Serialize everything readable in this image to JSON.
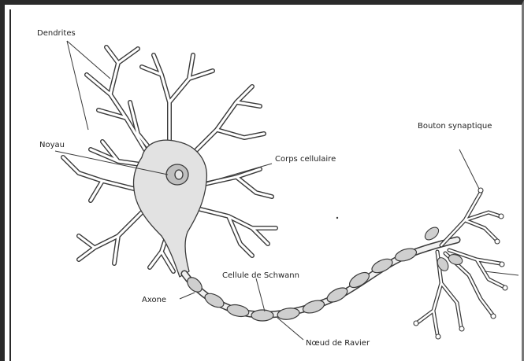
{
  "labels": {
    "dendrites": "Dendrites",
    "noyau": "Noyau",
    "corps_cellulaire": "Corps cellulaire",
    "bouton_synaptique": "Bouton synaptique",
    "cellule_de_schwann": "Cellule de Schwann",
    "axone": "Axone",
    "noeud_de_ranvier": "Nœud de Ravier"
  },
  "colors": {
    "cell_fill": "#e2e2e2",
    "stroke": "#3a3a3a",
    "myelin_fill": "#cfcfcf"
  }
}
